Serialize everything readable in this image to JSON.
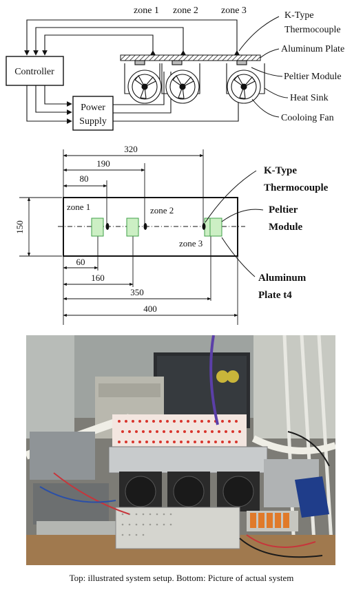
{
  "top_diagram": {
    "zone_labels": [
      "zone 1",
      "zone 2",
      "zone 3"
    ],
    "controller_label": "Controller",
    "power_supply_label": [
      "Power",
      "Supply"
    ],
    "callouts": {
      "thermocouple": [
        "K-Type",
        "Thermocouple"
      ],
      "aluminum_plate": "Aluminum Plate",
      "peltier_module": "Peltier Module",
      "heat_sink": "Heat Sink",
      "cooling_fan": "Cooloing Fan"
    }
  },
  "dimension_diagram": {
    "dimensions_top": [
      "320",
      "190",
      "80"
    ],
    "dimension_height": "150",
    "dimensions_bottom": [
      "60",
      "160",
      "350",
      "400"
    ],
    "zone_labels": [
      "zone 1",
      "zone 2",
      "zone 3"
    ],
    "callouts": {
      "thermocouple": [
        "K-Type",
        "Thermocouple"
      ],
      "peltier_module": [
        "Peltier",
        "Module"
      ],
      "aluminum_plate": [
        "Aluminum",
        "Plate t4"
      ]
    }
  },
  "photo": {
    "description_visible": false
  },
  "caption": "Top: illustrated system setup. Bottom: Picture of actual system",
  "colors": {
    "peltier_fill": "#ccefc4",
    "peltier_stroke": "#3f9f48"
  }
}
